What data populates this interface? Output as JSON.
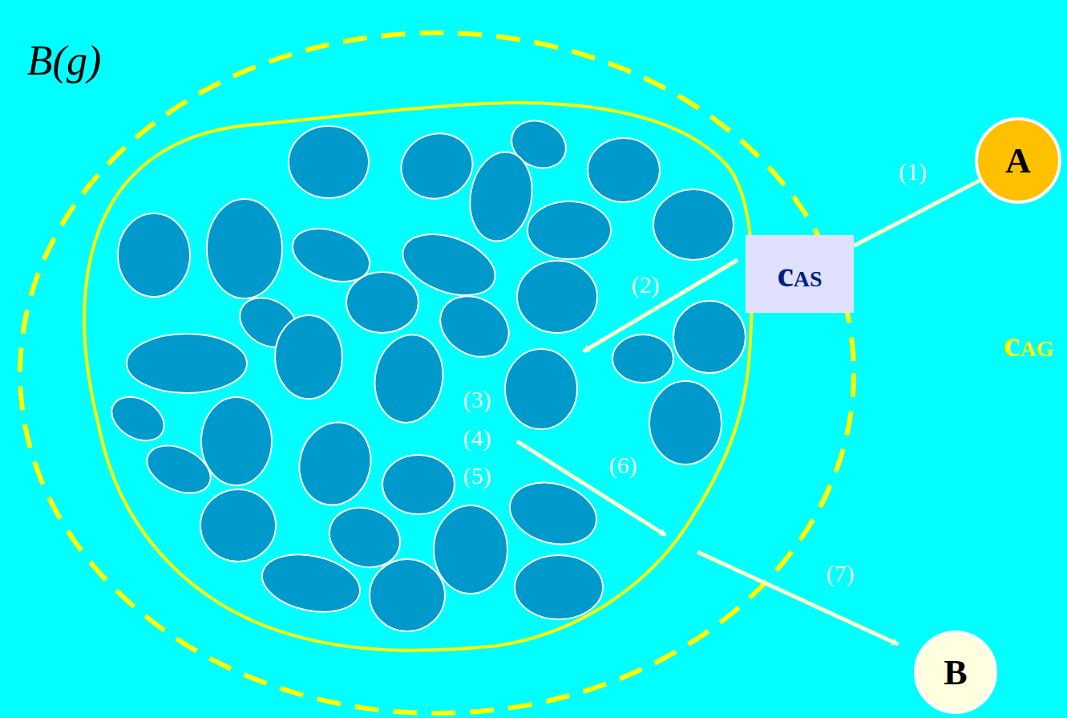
{
  "diagram": {
    "nodes": [
      {
        "text": [
          "A"
        ]
      },
      {
        "text": [
          "cAS"
        ]
      },
      {
        "text": [
          "B"
        ]
      }
    ],
    "edges": [
      {
        "from": 0,
        "to": 1,
        "arrow": "none",
        "label": "(1)"
      }
    ],
    "labels": [
      "B(g)",
      "(2)",
      "(3)",
      "(4)",
      "(5)",
      "(6)",
      "(7)",
      "cAG"
    ]
  }
}
